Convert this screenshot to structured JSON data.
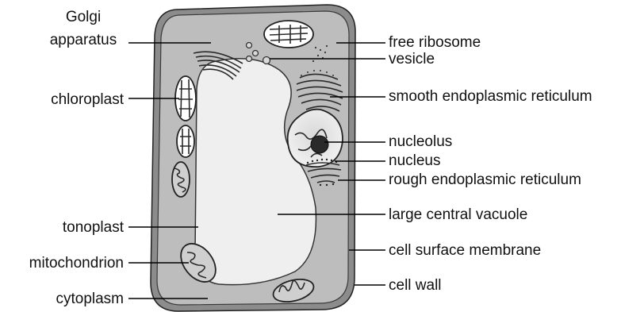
{
  "diagram": {
    "labels": {
      "golgi_line1": "Golgi",
      "golgi_line2": "apparatus",
      "chloroplast": "chloroplast",
      "tonoplast": "tonoplast",
      "mitochondrion": "mitochondrion",
      "cytoplasm": "cytoplasm",
      "free_ribosome": "free ribosome",
      "vesicle": "vesicle",
      "smooth_er": "smooth endoplasmic reticulum",
      "nucleolus": "nucleolus",
      "nucleus": "nucleus",
      "rough_er": "rough endoplasmic reticulum",
      "vacuole": "large central vacuole",
      "cell_membrane": "cell surface membrane",
      "cell_wall": "cell wall"
    }
  }
}
